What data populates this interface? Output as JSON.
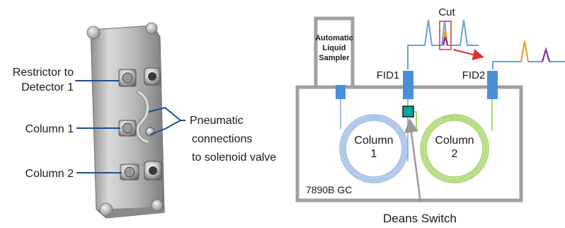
{
  "left_panel": {
    "callouts": {
      "restrictor_line1": "Restrictor to",
      "restrictor_line2": "Detector 1",
      "column1": "Column 1",
      "column2": "Column 2",
      "pneumatic_line1": "Pneumatic",
      "pneumatic_line2": "connections",
      "pneumatic_line3": "to solenoid valve"
    }
  },
  "right_panel": {
    "sampler_line1": "Automatic",
    "sampler_line2": "Liquid",
    "sampler_line3": "Sampler",
    "fid1_label": "FID1",
    "fid2_label": "FID2",
    "cut_label": "Cut",
    "column1_line1": "Column",
    "column1_line2": "1",
    "column2_line1": "Column",
    "column2_line2": "2",
    "oven_label": "7890B GC",
    "deans_label": "Deans Switch"
  },
  "colors": {
    "callout_line": "#1f4e8c",
    "oven_border": "#a0a0a0",
    "column1_coil": "#7ea6d8",
    "column2_coil": "#8cc63f",
    "fitting": "#4a90d9",
    "deans_switch": "#00a6a6",
    "cut_box": "#e03030",
    "peak_orange": "#f0a020",
    "peak_purple": "#7a2a8a",
    "baseline": "#6a9fd8"
  }
}
